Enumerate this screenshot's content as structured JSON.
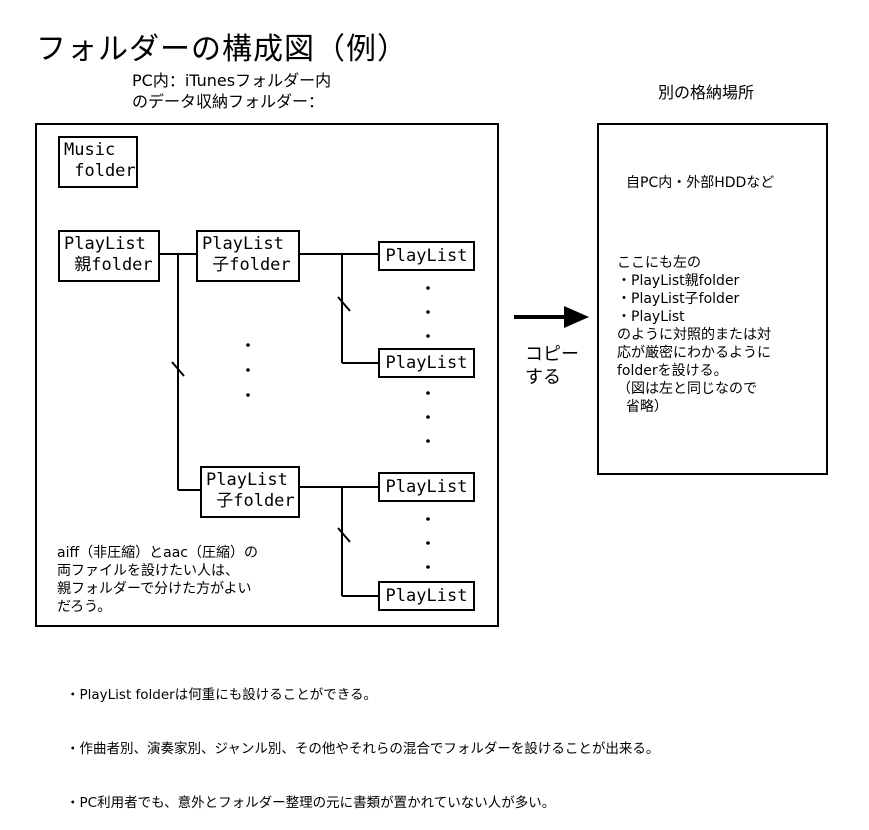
{
  "title": "フォルダーの構成図（例）",
  "left_caption": "PC内：iTunesフォルダー内\nのデータ収納フォルダー：",
  "right_caption": "別の格納場所",
  "music_folder": "Music\n folder",
  "parent_folder": "PlayList\n 親folder",
  "child_folder": "PlayList\n 子folder",
  "playlist_label": "PlayList",
  "left_note": "aiff（非圧縮）とaac（圧縮）の\n両ファイルを設けたい人は、\n親フォルダーで分けた方がよい\nだろう。",
  "arrow_label": "コピー\nする",
  "right_location": "自PC内・外部HDDなど",
  "right_body": "ここにも左の\n・PlayList親folder\n・PlayList子folder\n・PlayList\nのように対照的または対\n応が厳密にわかるように\nfolderを設ける。\n（図は左と同じなので\n  省略）",
  "bullets": [
    "・PlayList folderは何重にも設けることができる。",
    "・作曲者別、演奏家別、ジャンル別、その他やそれらの混合でフォルダーを設けることが出来る。",
    "・PC利用者でも、意外とフォルダー整理の元に書類が置かれていない人が多い。"
  ]
}
